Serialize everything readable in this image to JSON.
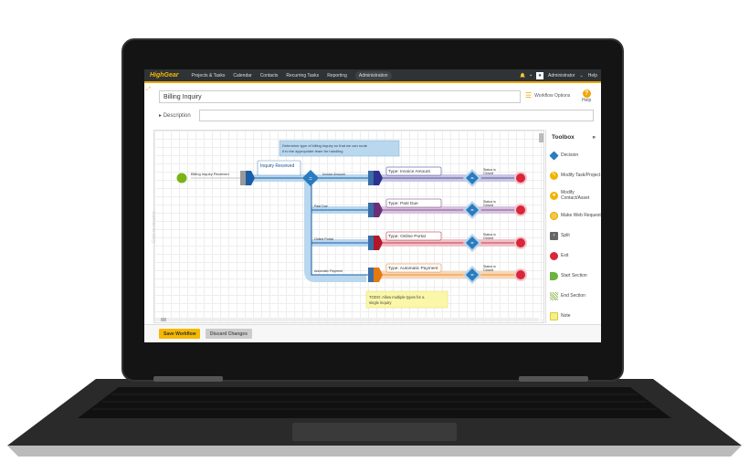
{
  "nav": {
    "logo": "HighGear",
    "items": [
      "Projects & Tasks",
      "Calendar",
      "Contacts",
      "Recurring Tasks",
      "Reporting",
      "Administration"
    ],
    "user": "Administrator",
    "help": "Help"
  },
  "workflow": {
    "title": "Billing Inquiry",
    "options_label": "Workflow Options",
    "help_label": "Help",
    "description_label": "Description",
    "description_value": "",
    "rename_hint": "Click to rename"
  },
  "diagram": {
    "start_label": "Billing Inquiry Received",
    "first_step": "Inquiry Received",
    "note": [
      "Determine type of billing inquiry so that we can route",
      "it to the appropriate team for handling"
    ],
    "branches": [
      {
        "label": "Invoice Amount",
        "step": "Type: Invoice Amount",
        "color": "#2e3190"
      },
      {
        "label": "Past Due",
        "step": "Type: Past Due",
        "color": "#6b2f7a"
      },
      {
        "label": "Online Portal",
        "step": "Type: Online Portal",
        "color": "#b0182a"
      },
      {
        "label": "Automatic Payment",
        "step": "Type: Automatic Payment",
        "color": "#e5780e"
      }
    ],
    "condition": [
      "Status is",
      "Closed"
    ],
    "todo": [
      "TODO: Allow multiple types for a",
      "single inquiry"
    ]
  },
  "toolbox": {
    "title": "Toolbox",
    "collapse": "»",
    "items": [
      "Decision",
      "Modify Task/Project",
      "Modify Contact/Asset",
      "Make Web Request",
      "Split",
      "Exit",
      "Start Section",
      "End Section",
      "Note"
    ]
  },
  "footer": {
    "save": "Save Workflow",
    "discard": "Discard Changes"
  },
  "colors": {
    "accent": "#f5b800",
    "nav": "#2f3336",
    "start": "#7ab317",
    "exit": "#d9263a",
    "decision": "#2a7bbf"
  }
}
